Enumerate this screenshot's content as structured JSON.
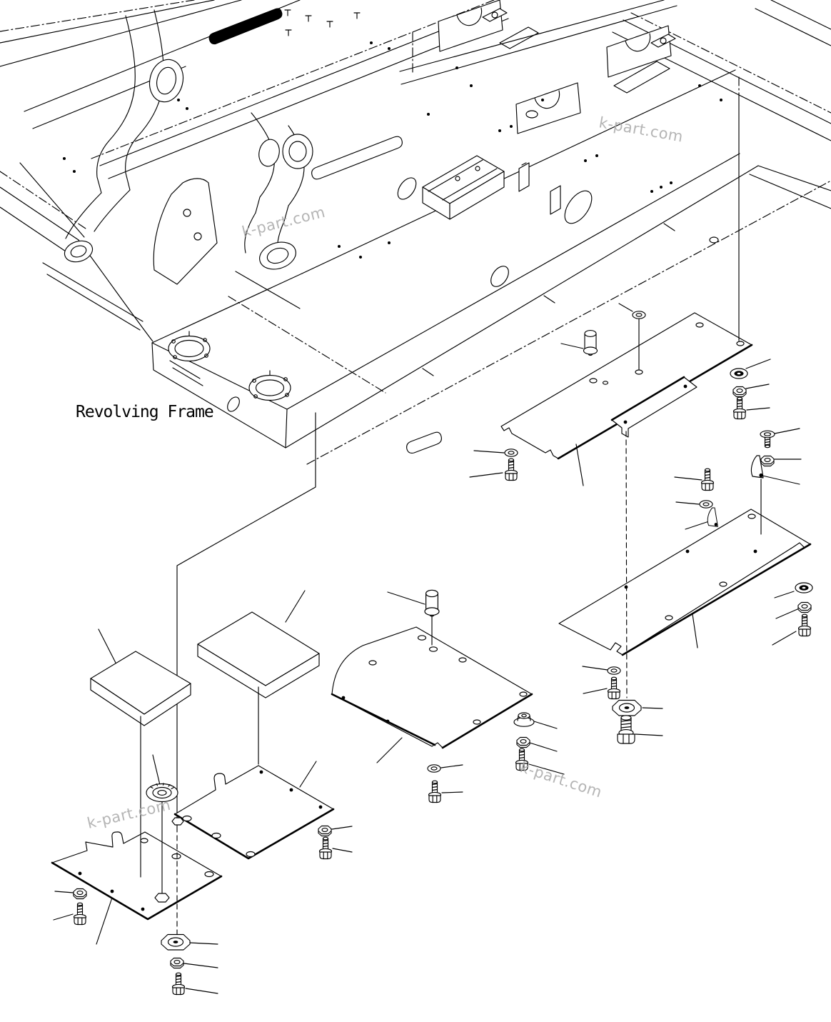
{
  "diagram": {
    "type": "exploded-parts-diagram",
    "label": "Revolving Frame",
    "watermark_text": "k-part.com",
    "watermark_count": 4
  },
  "colors": {
    "background": "#ffffff",
    "line_color": "#000000",
    "watermark_color": "#a9a9a9",
    "label_color": "#000000"
  },
  "depicted_parts": [
    "revolving-frame",
    "cover-plate-long-upper",
    "access-cover-small",
    "cover-plate-long-lower",
    "cover-plate-center",
    "cover-plate-left-rear",
    "cover-plate-left-front",
    "cover-pad-left",
    "cover-pad-right",
    "plug-pin",
    "grommet-washer",
    "wing-shim",
    "flat-washer",
    "flanged-washer",
    "hex-nut",
    "flanged-nut",
    "hex-bolt",
    "flat-head-bolt",
    "flanged-collar",
    "large-hex-bolt"
  ]
}
